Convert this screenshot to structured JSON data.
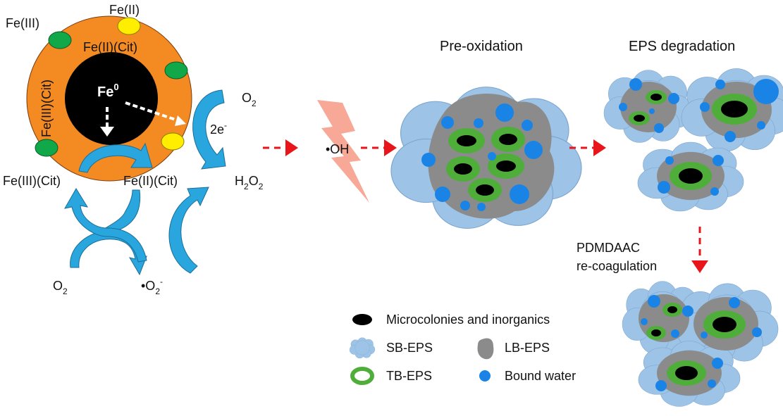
{
  "labels": {
    "fe3_top": "Fe(III)",
    "fe2_top": "Fe(II)",
    "fe2_cit_ring": "Fe(II)(Cit)",
    "fe3_cit_ring": "Fe(III)(Cit)",
    "fe0_base": "Fe",
    "fe0_sup": "0",
    "electron_base": "e",
    "electron_sup": "-",
    "two_e_base": "2e",
    "two_e_sup": "-",
    "o2_top_base": "O",
    "o2_top_sub": "2",
    "h2o2_base": "H",
    "h2o2_sub1": "2",
    "h2o2_mid": "O",
    "h2o2_sub2": "2",
    "fe3cit_bottom": "Fe(III)(Cit)",
    "fe2cit_bottom": "Fe(II)(Cit)",
    "o2_bottom_base": "O",
    "o2_bottom_sub": "2",
    "superoxide_base": "•O",
    "superoxide_sub": "2",
    "superoxide_sup": "-",
    "hydroxyl": "•OH",
    "pre_oxidation": "Pre-oxidation",
    "eps_degradation": "EPS degradation",
    "pdmdaac_line1": "PDMDAAC",
    "pdmdaac_line2": "re-coagulation"
  },
  "legend": {
    "microcolonies": "Microcolonies and inorganics",
    "sb_eps": "SB-EPS",
    "lb_eps": "LB-EPS",
    "tb_eps": "TB-EPS",
    "bound_water": "Bound water"
  },
  "colors": {
    "iron_shell": "#f38a22",
    "iron_core": "#000000",
    "fe2_site": "#ffee00",
    "fe3_site": "#11a84a",
    "cycle_arrow": "#29a6dd",
    "dashed_arrow": "#e8161b",
    "lightning": "#f8a896",
    "sb_eps": "#9dc3e6",
    "lb_eps": "#8b8b8b",
    "tb_eps": "#4fae3a",
    "bound_water": "#1a84e6"
  }
}
